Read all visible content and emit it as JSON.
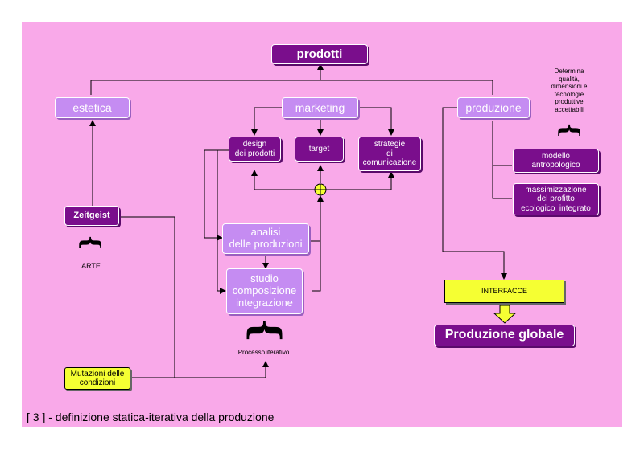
{
  "nodes": {
    "prodotti": "prodotti",
    "estetica": "estetica",
    "marketing": "marketing",
    "produzione": "produzione",
    "design": "design\ndei prodotti",
    "target": "target",
    "strategie": "strategie\ndi\ncomunicazione",
    "zeitgeist": "Zeitgeist",
    "analisi": "analisi\ndelle produzioni",
    "studio": "studio\ncomposizione\nintegrazione",
    "modello": "modello\nantropologico",
    "massimizzazione": "massimizzazione\ndel profitto\necologico  integrato",
    "interfacce": "INTERFACCE",
    "produzione_globale": "Produzione globale",
    "mutazioni": "Mutazioni delle\ncondizioni"
  },
  "notes": {
    "determina": "Determina\nqualità,\ndimensioni e\ntecnologie\nproduttive\naccettabili",
    "arte": "ARTE",
    "processo": "Processo iterativo"
  },
  "caption": "[ 3 ] - definizione statica-iterativa della produzione",
  "colors": {
    "background": "#f9a9e9",
    "dark_box": "#7a0e8c",
    "light_box": "#c58cf2",
    "yellow_box": "#f5ff33"
  }
}
